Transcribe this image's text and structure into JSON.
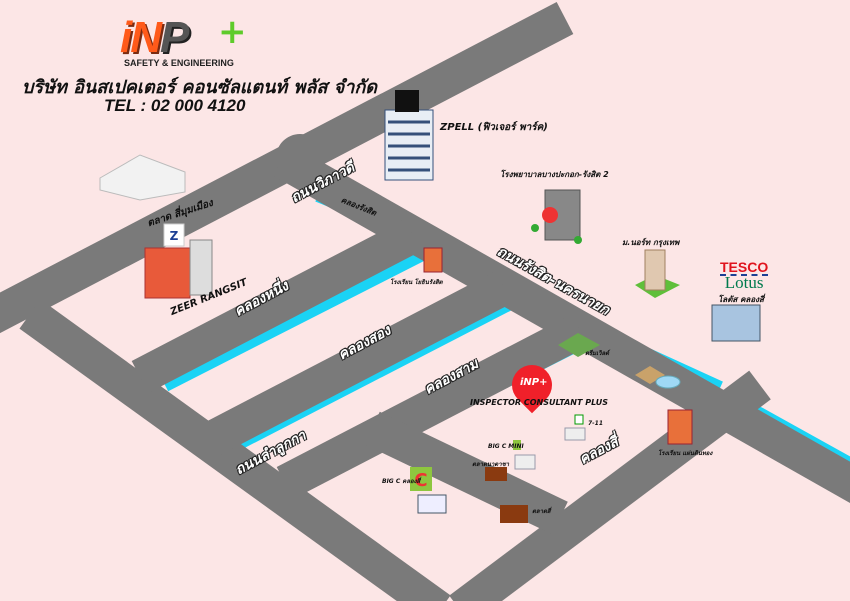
{
  "header": {
    "logo_text": "iNP+",
    "logo_tagline": "SAFETY & ENGINEERING",
    "company_name": "บริษัท อินสเปคเตอร์ คอนซัลแตนท์ พลัส จำกัด",
    "phone": "TEL : 02 000 4120"
  },
  "roads": {
    "vibhavadi": "ถนนวิภาวดี",
    "rangsit_nakhon_nayok": "ถนนรังสิต-นครนายก",
    "lam_luk_ka": "ถนนลำลูกกา",
    "khlong_1": "คลองหนึ่ง",
    "khlong_2": "คลองสอง",
    "khlong_3": "คลองสาม",
    "khlong_4": "คลองสี่"
  },
  "canals": {
    "khlong_rangsit": "คลองรังสิต"
  },
  "places": {
    "zpell": "ZPELL (ฟิวเจอร์ พาร์ค)",
    "si_mum_muang": "ตลาด สี่มุมเมือง",
    "zeer": "ZEER RANGSIT",
    "hospital": "โรงพยาบาลบางปะกอก-รังสิต 2",
    "school_1": "โรงเรียน โยธินรังสิต",
    "north_bkk": "ม.นอร์ท กรุงเทพ",
    "tesco_brand_1": "TESCO",
    "tesco_brand_2": "Lotus",
    "lotus": "โลตัส คลองสี่",
    "dreamworld": "ดรีมเวิลด์",
    "office": "INSPECTOR CONSULTANT PLUS",
    "seven_eleven": "7-11",
    "big_c_mini": "BIG C MINI",
    "market_1": "ตลาดนาตาชา",
    "big_c": "BIG C คลองสี่",
    "market_2": "ตลาดสี่",
    "school_2": "โรงเรียน แผ่นดินทอง"
  },
  "colors": {
    "background": "#fce6e6",
    "road": "#7a7a7a",
    "canal": "#1ad3f5",
    "pin": "#f0202a"
  }
}
